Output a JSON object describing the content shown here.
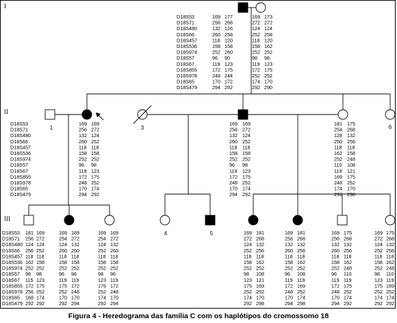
{
  "caption": "Figura 4 - Heredograma das família C com os haplótipos do cromossomo 18",
  "generations": [
    "I",
    "II",
    "III"
  ],
  "individual_numbers": [
    "1",
    "3",
    "6",
    "4",
    "5"
  ],
  "markers": [
    "D18S53",
    "D18S71",
    "D18S480",
    "D18S66",
    "D18S457",
    "D18S536",
    "D18S974",
    "D18S57",
    "D18S67",
    "D18S855",
    "D18S978",
    "D18S65",
    "D18S479"
  ],
  "individuals": [
    {
      "id": "I-1",
      "sex": "male",
      "affected": true
    },
    {
      "id": "I-2",
      "sex": "female",
      "affected": false
    },
    {
      "id": "II-1",
      "sex": "male",
      "affected": false
    },
    {
      "id": "II-2",
      "sex": "female",
      "affected": true,
      "proband": true
    },
    {
      "id": "II-3",
      "sex": "female",
      "affected": false,
      "deceased": true
    },
    {
      "id": "II-4",
      "sex": "male",
      "affected": true
    },
    {
      "id": "II-5",
      "sex": "female",
      "affected": false
    },
    {
      "id": "II-6",
      "sex": "female",
      "affected": false
    },
    {
      "id": "III-1",
      "sex": "male",
      "affected": false
    },
    {
      "id": "III-2",
      "sex": "female",
      "affected": true
    },
    {
      "id": "III-3",
      "sex": "female",
      "affected": false
    },
    {
      "id": "III-4",
      "sex": "female",
      "affected": false
    },
    {
      "id": "III-5",
      "sex": "male",
      "affected": true
    },
    {
      "id": "III-6",
      "sex": "female",
      "affected": true
    },
    {
      "id": "III-7",
      "sex": "female",
      "affected": true
    },
    {
      "id": "III-8",
      "sex": "male",
      "affected": false
    },
    {
      "id": "III-9",
      "sex": "female",
      "affected": false
    }
  ],
  "haplotypes": {
    "I-1": [
      [
        "169",
        "177"
      ],
      [
        "256",
        "268"
      ],
      [
        "132",
        "126"
      ],
      [
        "260",
        "258"
      ],
      [
        "118",
        "120"
      ],
      [
        "158",
        "158"
      ],
      [
        "252",
        "260"
      ],
      [
        "96",
        "90"
      ],
      [
        "119",
        "123"
      ],
      [
        "172",
        "175"
      ],
      [
        "248",
        "244"
      ],
      [
        "170",
        "172"
      ],
      [
        "294",
        "292"
      ]
    ],
    "I-2": [
      [
        "169",
        "173"
      ],
      [
        "272",
        "272"
      ],
      [
        "124",
        "124"
      ],
      [
        "252",
        "258"
      ],
      [
        "118",
        "120"
      ],
      [
        "158",
        "162"
      ],
      [
        "252",
        "252"
      ],
      [
        "98",
        "98"
      ],
      [
        "119",
        "123"
      ],
      [
        "172",
        "175"
      ],
      [
        "252",
        "252"
      ],
      [
        "174",
        "170"
      ],
      [
        "292",
        "290"
      ]
    ],
    "II-2": [
      [
        "169",
        "169"
      ],
      [
        "256",
        "272"
      ],
      [
        "132",
        "124"
      ],
      [
        "260",
        "252"
      ],
      [
        "118",
        "118"
      ],
      [
        "158",
        "158"
      ],
      [
        "252",
        "252"
      ],
      [
        "96",
        "98"
      ],
      [
        "119",
        "123"
      ],
      [
        "172",
        "175"
      ],
      [
        "248",
        "252"
      ],
      [
        "170",
        "174"
      ],
      [
        "294",
        "292"
      ]
    ],
    "II-4": [
      [
        "169",
        "169"
      ],
      [
        "256",
        "272"
      ],
      [
        "132",
        "124"
      ],
      [
        "260",
        "252"
      ],
      [
        "118",
        "118"
      ],
      [
        "158",
        "158"
      ],
      [
        "252",
        "252"
      ],
      [
        "96",
        "98"
      ],
      [
        "119",
        "123"
      ],
      [
        "172",
        "175"
      ],
      [
        "248",
        "252"
      ],
      [
        "170",
        "174"
      ],
      [
        "294",
        "292"
      ]
    ],
    "II-5": [
      [
        "181",
        "175"
      ],
      [
        "254",
        "268"
      ],
      [
        "128",
        "132"
      ],
      [
        "250",
        "256"
      ],
      [
        "118",
        "118"
      ],
      [
        "162",
        "158"
      ],
      [
        "252",
        "248"
      ],
      [
        "110",
        "108"
      ],
      [
        "119",
        "121"
      ],
      [
        "169",
        "175"
      ],
      [
        "248",
        "252"
      ],
      [
        "174",
        "170"
      ],
      [
        "292",
        "298"
      ]
    ],
    "III-1": [
      [
        "181",
        "169"
      ],
      [
        "256",
        "272"
      ],
      [
        "124",
        "124"
      ],
      [
        "256",
        "252"
      ],
      [
        "118",
        "118"
      ],
      [
        "162",
        "158"
      ],
      [
        "252",
        "252"
      ],
      [
        "98",
        "98"
      ],
      [
        "115",
        "123"
      ],
      [
        "172",
        "175"
      ],
      [
        "256",
        "252"
      ],
      [
        "168",
        "174"
      ],
      [
        "292",
        "292"
      ]
    ],
    "III-2": [
      [
        "169",
        "169"
      ],
      [
        "254",
        "272"
      ],
      [
        "124",
        "132"
      ],
      [
        "260",
        "260"
      ],
      [
        "118",
        "118"
      ],
      [
        "158",
        "158"
      ],
      [
        "252",
        "252"
      ],
      [
        "96",
        "96"
      ],
      [
        "119",
        "119"
      ],
      [
        "175",
        "172"
      ],
      [
        "252",
        "248"
      ],
      [
        "170",
        "170"
      ],
      [
        "292",
        "294"
      ]
    ],
    "III-3": [
      [
        "169",
        "169"
      ],
      [
        "254",
        "272"
      ],
      [
        "124",
        "132"
      ],
      [
        "252",
        "260"
      ],
      [
        "118",
        "118"
      ],
      [
        "158",
        "158"
      ],
      [
        "252",
        "252"
      ],
      [
        "98",
        "96"
      ],
      [
        "123",
        "119"
      ],
      [
        "175",
        "172"
      ],
      [
        "252",
        "248"
      ],
      [
        "174",
        "170"
      ],
      [
        "292",
        "294"
      ]
    ],
    "III-6": [
      [
        "169",
        "181"
      ],
      [
        "272",
        "268"
      ],
      [
        "124",
        "132"
      ],
      [
        "252",
        "256"
      ],
      [
        "118",
        "118"
      ],
      [
        "158",
        "162"
      ],
      [
        "252",
        "252"
      ],
      [
        "98",
        "108"
      ],
      [
        "123",
        "121"
      ],
      [
        "175",
        "169"
      ],
      [
        "252",
        "252"
      ],
      [
        "174",
        "170"
      ],
      [
        "292",
        "298"
      ]
    ],
    "III-7": [
      [
        "169",
        "181"
      ],
      [
        "256",
        "268"
      ],
      [
        "132",
        "132"
      ],
      [
        "260",
        "256"
      ],
      [
        "118",
        "118"
      ],
      [
        "158",
        "162"
      ],
      [
        "252",
        "252"
      ],
      [
        "96",
        "108"
      ],
      [
        "119",
        "119"
      ],
      [
        "172",
        "169"
      ],
      [
        "248",
        "252"
      ],
      [
        "170",
        "174"
      ],
      [
        "294",
        "298"
      ]
    ],
    "III-8": [
      [
        "169",
        "175"
      ],
      [
        "256",
        "268"
      ],
      [
        "132",
        "132"
      ],
      [
        "260",
        "256"
      ],
      [
        "118",
        "118"
      ],
      [
        "158",
        "162"
      ],
      [
        "252",
        "248"
      ],
      [
        "96",
        "110"
      ],
      [
        "119",
        "119"
      ],
      [
        "172",
        "175"
      ],
      [
        "248",
        "252"
      ],
      [
        "170",
        "174"
      ],
      [
        "294",
        "292"
      ]
    ],
    "III-9": [
      [
        "169",
        "175"
      ],
      [
        "272",
        "268"
      ],
      [
        "124",
        "132"
      ],
      [
        "252",
        "256"
      ],
      [
        "118",
        "118"
      ],
      [
        "158",
        "162"
      ],
      [
        "252",
        "248"
      ],
      [
        "98",
        "110"
      ],
      [
        "123",
        "119"
      ],
      [
        "175",
        "169"
      ],
      [
        "252",
        "252"
      ],
      [
        "174",
        "174"
      ],
      [
        "292",
        "292"
      ]
    ]
  }
}
